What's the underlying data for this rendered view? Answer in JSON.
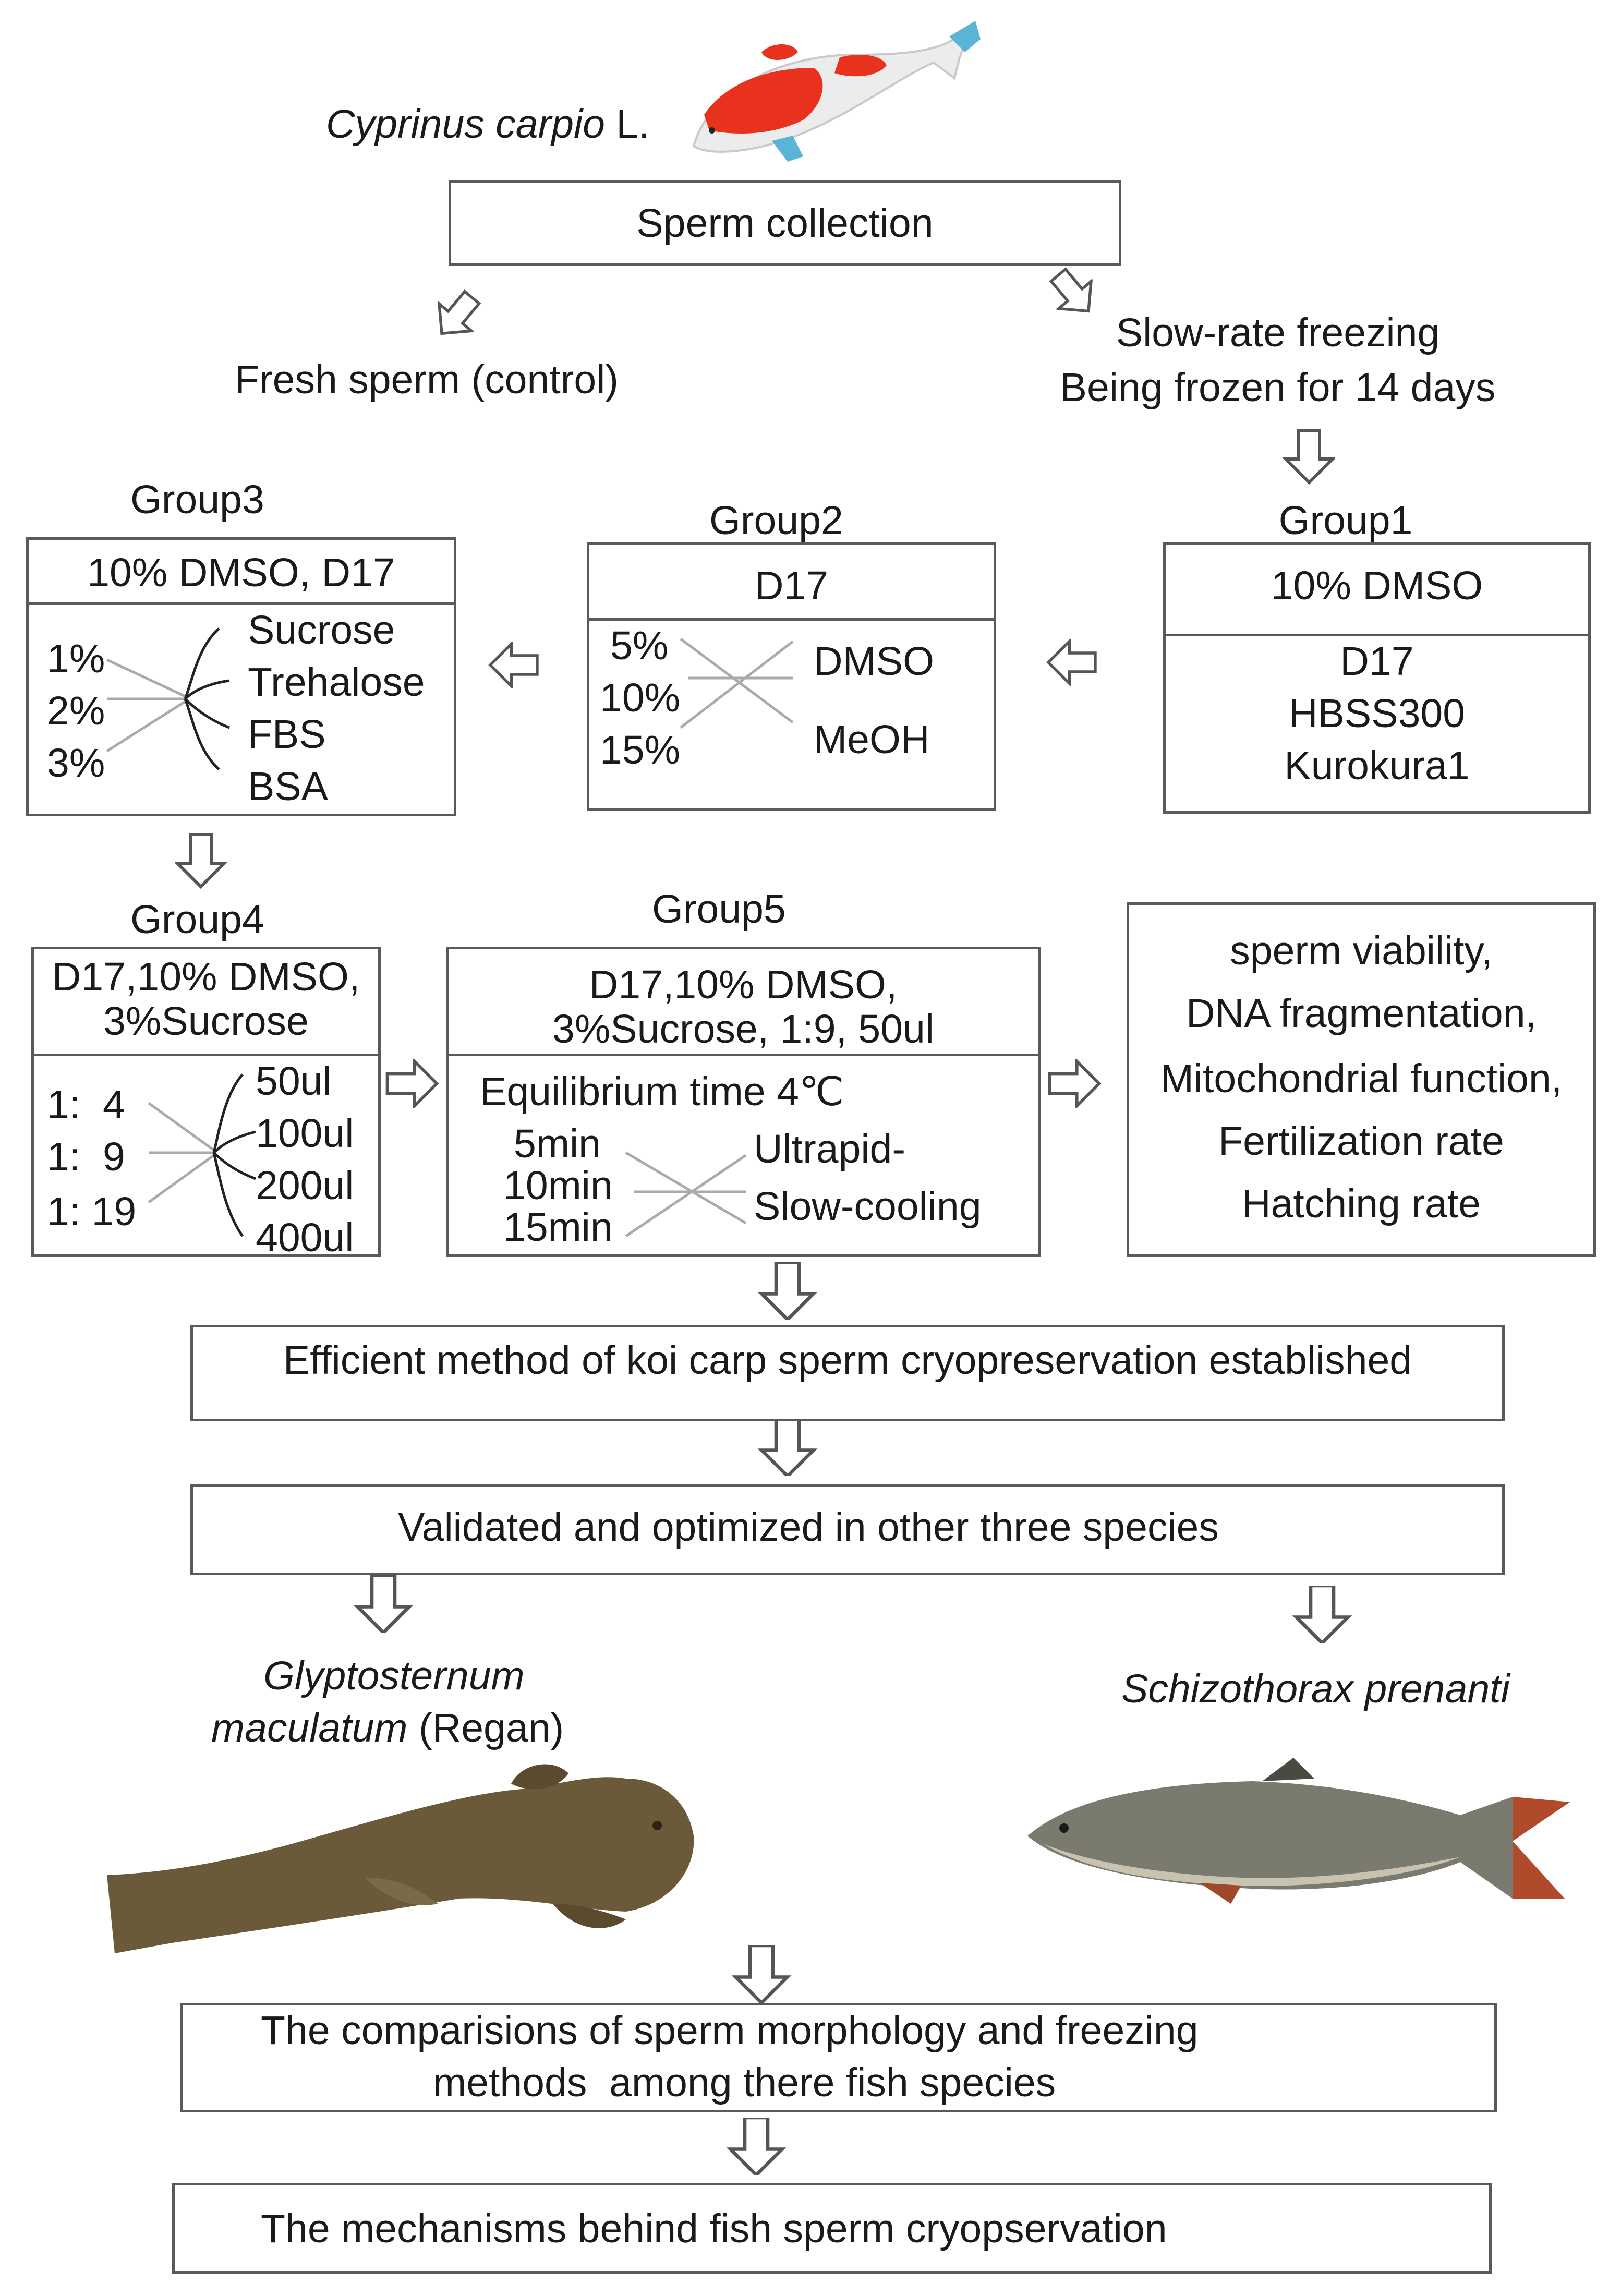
{
  "header": {
    "species_italic": "Cyprinus carpio",
    "species_suffix": " L."
  },
  "sperm_collection": "Sperm collection",
  "fresh_sperm": "Fresh sperm (control)",
  "slow_freezing": {
    "line1": "Slow-rate freezing",
    "line2": "Being frozen for 14 days"
  },
  "group1": {
    "title": "Group1",
    "header": "10% DMSO",
    "items": [
      "D17",
      "HBSS300",
      "Kurokura1"
    ]
  },
  "group2": {
    "title": "Group2",
    "header": "D17",
    "concentrations": [
      "5%",
      "10%",
      "15%"
    ],
    "agents": [
      "DMSO",
      "MeOH"
    ]
  },
  "group3": {
    "title": "Group3",
    "header": "10% DMSO, D17",
    "concentrations": [
      "1%",
      "2%",
      "3%"
    ],
    "additives": [
      "Sucrose",
      "Trehalose",
      "FBS",
      "BSA"
    ]
  },
  "group4": {
    "title": "Group4",
    "header_line1": "D17,10% DMSO,",
    "header_line2": "3%Sucrose",
    "ratios": [
      "1:  4",
      "1:  9",
      "1: 19"
    ],
    "volumes": [
      "50ul",
      "100ul",
      "200ul",
      "400ul"
    ]
  },
  "group5": {
    "title": "Group5",
    "header_line1": "D17,10% DMSO,",
    "header_line2": "3%Sucrose, 1:9, 50ul",
    "equilibrium": "Equilibrium time 4℃",
    "times": [
      "5min",
      "10min",
      "15min"
    ],
    "methods": [
      "Ultrapid-",
      "Slow-cooling"
    ]
  },
  "evaluation": {
    "items": [
      "sperm viability,",
      "DNA fragmentation,",
      "Mitochondrial function,",
      "Fertilization rate",
      "Hatching rate"
    ]
  },
  "efficient_method": "Efficient method of koi carp sperm cryopreservation established",
  "validated": "Validated and optimized in other three species",
  "species_left": {
    "line1_italic": "Glyptosternum",
    "line2_italic": "maculatum",
    "line2_suffix": " (Regan)"
  },
  "species_right": {
    "italic": "Schizothorax prenanti"
  },
  "comparisons": {
    "line1": "The comparisions of sperm morphology and freezing",
    "line2": "methods  among there fish species"
  },
  "mechanisms": "The mechanisms behind fish sperm cryopservation",
  "colors": {
    "box_border": "#5a5a5a",
    "connector": "#aaaaaa",
    "koi_red": "#e8321e",
    "koi_white": "#eeeeee",
    "koi_blue": "#5ab4d6",
    "catfish_brown": "#6b5a3a",
    "schizothorax_grey": "#7a7a6e"
  }
}
